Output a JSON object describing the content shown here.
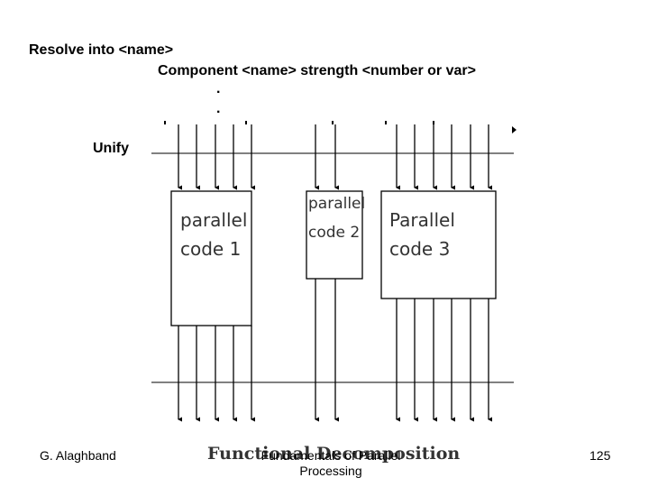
{
  "slide": {
    "line1": "Resolve into <name>",
    "line2": "Component <name> strength <number or var>",
    "dot1": ".",
    "dot2": ".",
    "unify": "Unify"
  },
  "boxes": [
    {
      "line1": "parallel",
      "line2": "code 1"
    },
    {
      "line1": "parallel",
      "line2": "code 2"
    },
    {
      "line1": "Parallel",
      "line2": "code 3"
    }
  ],
  "footer": {
    "author": "G. Alaghband",
    "caption": "Functional Decomposition",
    "course_line1": "Fundamentals of Parallel",
    "course_line2": "Processing",
    "page_number": "125"
  }
}
